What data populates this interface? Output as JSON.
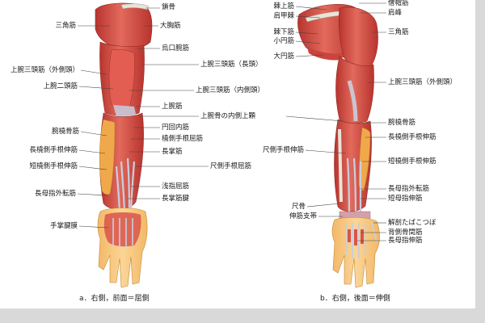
{
  "figure_a": {
    "caption": "a．右側，前面＝屈側",
    "labels": {
      "clavicle": "鎖骨",
      "deltoid": "三角筋",
      "pectoralis_major": "大胸筋",
      "coracobrachialis": "烏口腕筋",
      "triceps_lateral_head": "上腕三頭筋（外側頭）",
      "triceps_long_head": "上腕三頭筋（長頭）",
      "biceps": "上腕二頭筋",
      "triceps_medial_head": "上腕三頭筋（内側頭）",
      "brachialis": "上腕筋",
      "medial_epicondyle": "上腕骨の内側上顆",
      "brachioradialis": "腕橈骨筋",
      "pronator_teres": "円回内筋",
      "flexor_carpi_radialis": "橈側手根屈筋",
      "ecr_longus": "長橈側手根伸筋",
      "palmaris_longus": "長掌筋",
      "ecr_brevis": "短橈側手根伸筋",
      "flexor_carpi_ulnaris": "尺側手根屈筋",
      "fds": "浅指屈筋",
      "apl": "長母指外転筋",
      "palmaris_tendon": "長掌筋腱",
      "palmar_aponeurosis": "手掌腱膜"
    }
  },
  "figure_b": {
    "caption": "b．右側，後面＝伸側",
    "labels": {
      "supraspinatus": "棘上筋",
      "scapular_spine": "肩甲棘",
      "trapezius": "僧帽筋",
      "acromion": "肩峰",
      "infraspinatus": "棘下筋",
      "teres_minor": "小円筋",
      "deltoid": "三角筋",
      "teres_major": "大円筋",
      "triceps_lateral_head": "上腕三頭筋（外側頭）",
      "brachioradialis": "腕橈骨筋",
      "ecr_longus": "長橈側手根伸筋",
      "extensor_carpi_ulnaris": "尺側手根伸筋",
      "ecr_brevis": "短橈側手根伸筋",
      "apl": "長母指外転筋",
      "epb": "短母指伸筋",
      "ulna": "尺骨",
      "extensor_retinaculum": "伸筋支帯",
      "snuffbox": "解剖たばこつぼ",
      "dorsal_interossei": "背側骨間筋",
      "epl": "長母指伸筋"
    }
  },
  "colors": {
    "muscle": "#d9534b",
    "muscle_dark": "#b8342e",
    "tendon": "#c7cfe0",
    "skin": "#f6c27a",
    "bone": "#e8e4d8",
    "line": "#444444"
  }
}
